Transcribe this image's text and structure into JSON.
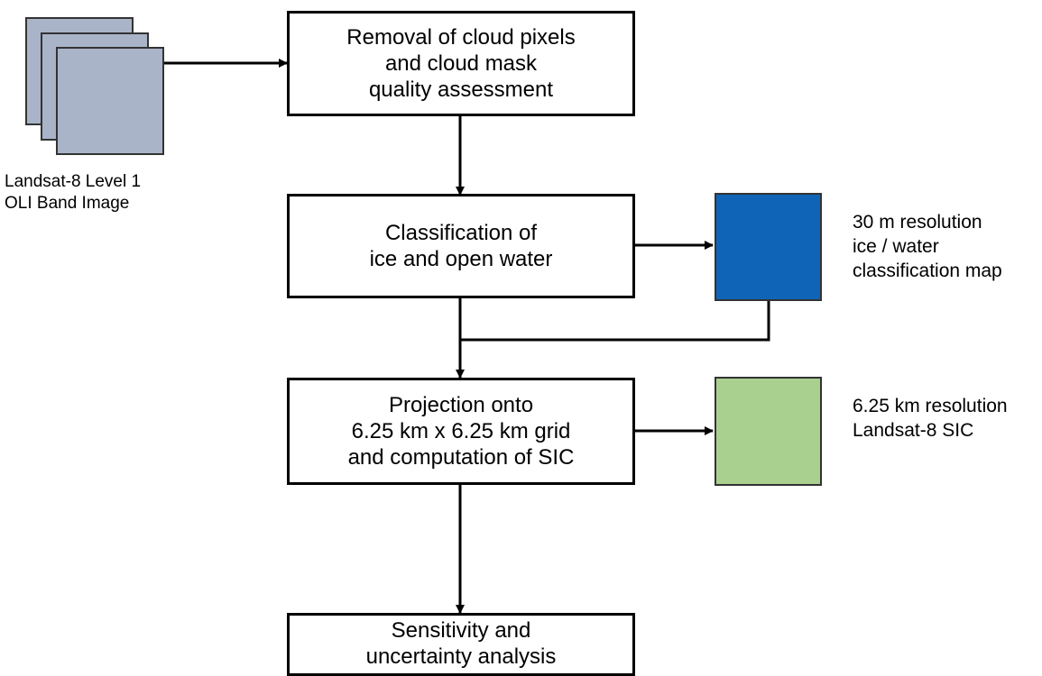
{
  "input": {
    "label": "Landsat-8 Level 1\nOLI Band Image",
    "color": "#a9b4c8"
  },
  "steps": {
    "cloud": "Removal of cloud pixels\nand cloud mask\nquality assessment",
    "classification": "Classification of\nice and open water",
    "projection": "Projection onto\n6.25 km x 6.25 km grid\nand computation of SIC",
    "sensitivity": "Sensitivity and\nuncertainty analysis"
  },
  "outputs": {
    "classification_map": {
      "label": "30 m resolution\nice / water\nclassification map",
      "color": "#0f64b7"
    },
    "sic": {
      "label": "6.25 km resolution\nLandsat-8 SIC",
      "color": "#a9d08e"
    }
  }
}
